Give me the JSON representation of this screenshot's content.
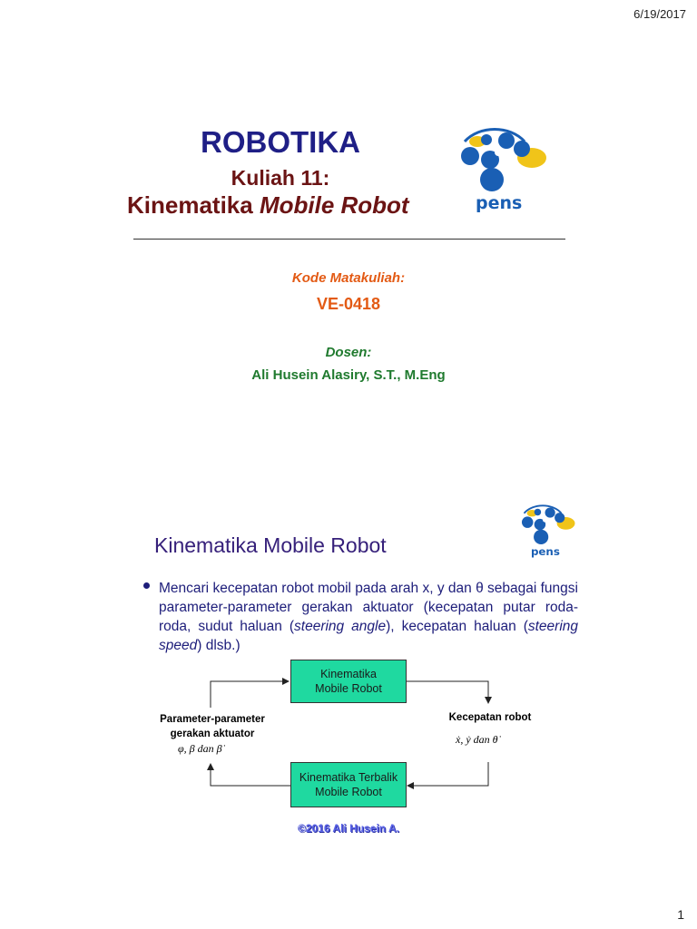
{
  "header": {
    "date": "6/19/2017"
  },
  "footer": {
    "page_number": "1"
  },
  "slide1": {
    "title": "ROBOTIKA",
    "subtitle_line1": "Kuliah 11:",
    "subtitle_plain": "Kinematika ",
    "subtitle_italic": "Mobile Robot",
    "code_label": "Kode Matakuliah:",
    "code": "VE-0418",
    "lecturer_label": "Dosen:",
    "lecturer": "Ali Husein Alasiry, S.T., M.Eng",
    "logo_text": "pens",
    "logo_colors": {
      "blue": "#1a5fb4",
      "yellow": "#f0c419"
    }
  },
  "slide2": {
    "title": "Kinematika Mobile Robot",
    "bullet": {
      "part1": "Mencari kecepatan robot mobil pada arah x, y dan θ sebagai fungsi parameter-parameter gerakan aktuator (kecepatan putar roda-roda, sudut haluan (",
      "italic1": "steering angle",
      "part2": "), kecepatan haluan (",
      "italic2": "steering speed",
      "part3": ") dlsb.)"
    },
    "diagram": {
      "box_top_line1": "Kinematika",
      "box_top_line2": "Mobile Robot",
      "box_bottom_line1": "Kinematika Terbalik",
      "box_bottom_line2": "Mobile Robot",
      "left_label_line1": "Parameter-parameter",
      "left_label_line2": "gerakan aktuator",
      "left_math": "φ, β dan β̇",
      "right_label": "Kecepatan robot",
      "right_math": "ẋ, ẏ dan θ̇"
    },
    "copyright": "©2016 Ali Husein A."
  }
}
